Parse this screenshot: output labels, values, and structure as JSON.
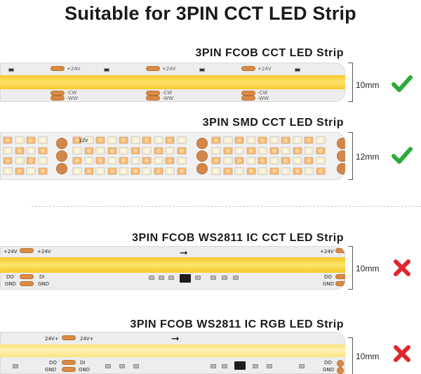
{
  "title": "Suitable for 3PIN CCT LED Strip",
  "sections": [
    {
      "title": "3PIN FCOB CCT LED Strip",
      "pad_labels": [
        "+24V",
        "+24V",
        "+24V"
      ],
      "bottom_labels": [
        "-CW",
        "-WW"
      ],
      "width_label": "10mm",
      "suitable": true
    },
    {
      "title": "3PIN SMD CCT LED Strip",
      "pad_label": "12V",
      "width_label": "12mm",
      "suitable": true
    },
    {
      "title": "3PIN FCOB WS2811 IC CCT LED Strip",
      "pad_labels": [
        "+24V",
        "+24V",
        "+24V"
      ],
      "bottom_labels": [
        "DO",
        "DI",
        "GND",
        "GND",
        "DO",
        "GND"
      ],
      "width_label": "10mm",
      "suitable": false
    },
    {
      "title": "3PIN FCOB WS2811 IC RGB LED Strip",
      "pad_labels": [
        "24V+",
        "24V+"
      ],
      "bottom_labels": [
        "DO",
        "DI",
        "GND",
        "GND",
        "DO",
        "GND"
      ],
      "width_label": "10mm",
      "suitable": false
    }
  ],
  "colors": {
    "suitable": "#2eaa3c",
    "unsuitable": "#e0262b",
    "cob": "#f6c92a",
    "pad": "#d98b45"
  },
  "icons": {
    "suitable": "check-icon",
    "unsuitable": "cross-icon"
  }
}
